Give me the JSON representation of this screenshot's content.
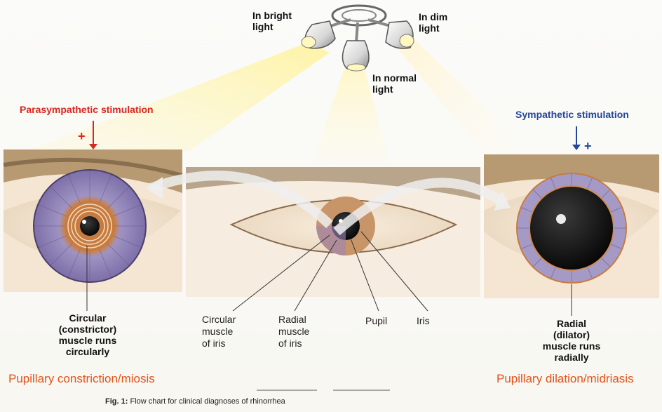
{
  "lights": {
    "bright": "In bright\nlight",
    "dim": "In dim\nlight",
    "normal": "In normal\nlight"
  },
  "stimulation": {
    "para": "Parasympathetic stimulation",
    "para_sign": "+",
    "symp": "Sympathetic stimulation",
    "symp_sign": "+"
  },
  "labels": {
    "circular_constrictor": "Circular\n(constrictor)\nmuscle runs\ncircularly",
    "circular_muscle_iris": "Circular\nmuscle\nof iris",
    "radial_muscle_iris": "Radial\nmuscle\nof iris",
    "pupil": "Pupil",
    "iris": "Iris",
    "radial_dilator": "Radial\n(dilator)\nmuscle runs\nradially"
  },
  "bottom": {
    "left": "Pupillary constriction/miosis",
    "right": "Pupillary dilation/midriasis",
    "caption_prefix": "Fig. 1:",
    "caption_text": " Flow chart for clinical diagnoses of rhinorrhea"
  },
  "colors": {
    "red": "#d8281f",
    "blue": "#23479b",
    "orange": "#e1531a"
  }
}
